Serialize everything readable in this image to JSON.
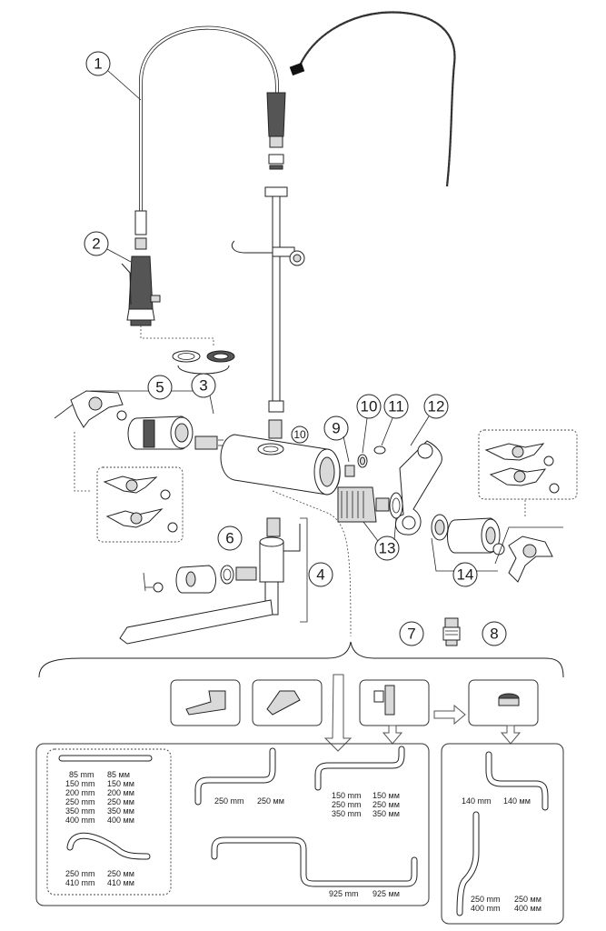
{
  "callouts": [
    "1",
    "2",
    "3",
    "4",
    "5",
    "6",
    "7",
    "8",
    "9",
    "10",
    "10",
    "11",
    "12",
    "13",
    "14"
  ],
  "spouts": {
    "straight_left": [
      "85 mm",
      "150 mm",
      "200 mm",
      "250 mm",
      "350 mm",
      "400 mm"
    ],
    "straight_right": [
      "85 мм",
      "150 мм",
      "200 мм",
      "250 мм",
      "350 мм",
      "400 мм"
    ],
    "swan_left": [
      "250 mm",
      "410 mm"
    ],
    "swan_right": [
      "250 мм",
      "410 мм"
    ],
    "s250_left": "250 mm",
    "s250_right": "250 мм",
    "s3_left": [
      "150 mm",
      "250 mm",
      "350 mm"
    ],
    "s3_right": [
      "150 мм",
      "250 мм",
      "350 мм"
    ],
    "long_left": "925 mm",
    "long_right": "925 мм",
    "r140_left": "140 mm",
    "r140_right": "140 мм",
    "rv_left": [
      "250 mm",
      "400 mm"
    ],
    "rv_right": [
      "250 мм",
      "400 мм"
    ]
  }
}
